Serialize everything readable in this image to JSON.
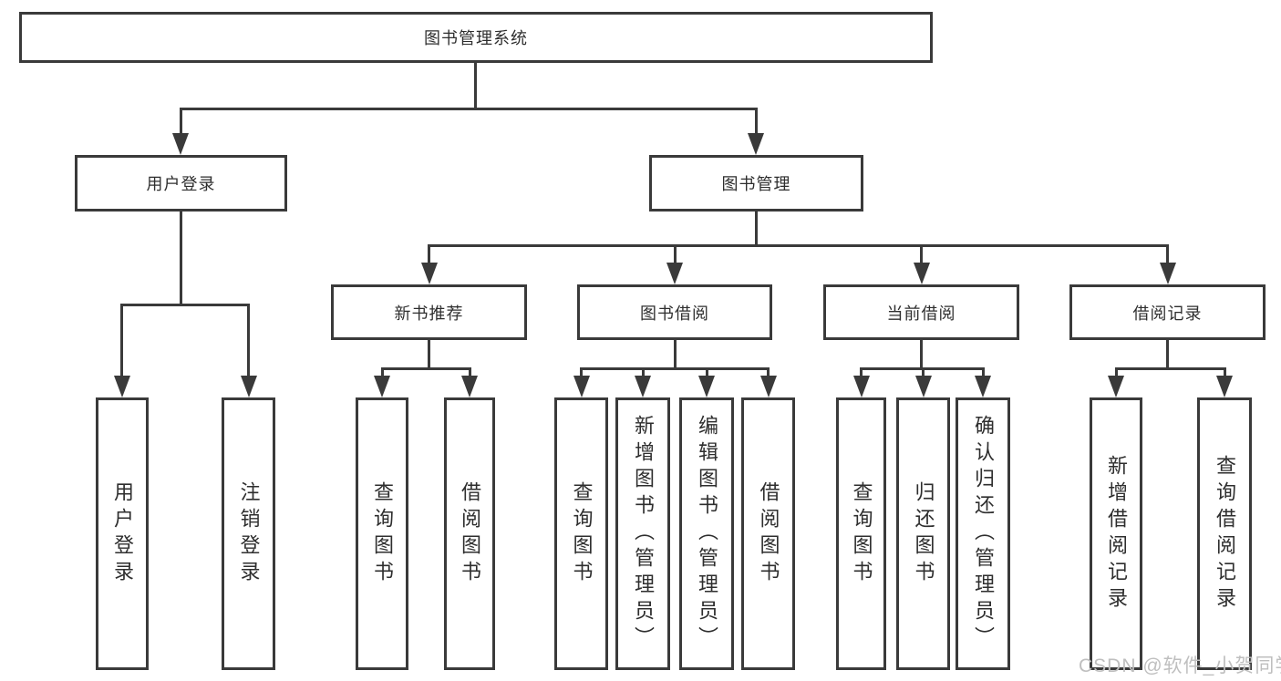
{
  "diagram": {
    "type": "hierarchy-tree",
    "title": "图书管理系统",
    "colors": {
      "line": "#3a3a3a",
      "text": "#2e2e2e",
      "background": "#ffffff",
      "watermark": "#bfbfbf"
    },
    "tree": {
      "root": "图书管理系统",
      "children": [
        {
          "label": "用户登录",
          "children": [
            "用户登录",
            "注销登录"
          ]
        },
        {
          "label": "图书管理",
          "children": [
            {
              "label": "新书推荐",
              "children": [
                "查询图书",
                "借阅图书"
              ]
            },
            {
              "label": "图书借阅",
              "children": [
                "查询图书",
                "新增图书（管理员）",
                "编辑图书（管理员）",
                "借阅图书"
              ]
            },
            {
              "label": "当前借阅",
              "children": [
                "查询图书",
                "归还图书",
                "确认归还（管理员）"
              ]
            },
            {
              "label": "借阅记录",
              "children": [
                "新增借阅记录",
                "查询借阅记录"
              ]
            }
          ]
        }
      ]
    },
    "watermark": "CSDN @软件_小贺同学"
  }
}
